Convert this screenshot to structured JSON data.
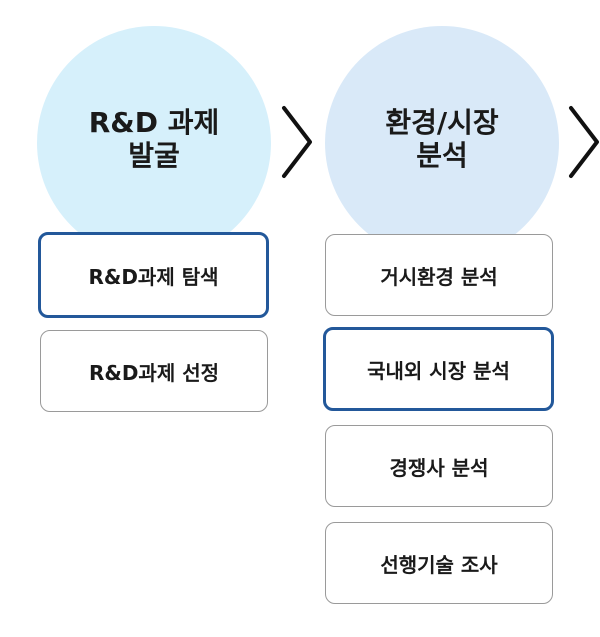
{
  "stages": [
    {
      "title_line1": "R&D 과제",
      "title_line2": "발굴",
      "steps": [
        "R&D과제 탐색",
        "R&D과제 선정"
      ],
      "active_step": 0
    },
    {
      "title_line1": "환경/시장",
      "title_line2": "분석",
      "steps": [
        "거시환경 분석",
        "국내외 시장 분석",
        "경쟁사 분석",
        "선행기술 조사"
      ],
      "active_step": 1
    }
  ],
  "icons": {
    "connector": "chevron-right-icon"
  },
  "colors": {
    "stage1_circle": "#d6f0fb",
    "stage2_circle": "#d9e9f8",
    "active_border": "#23589a",
    "box_border": "#9a9a9a",
    "chevron": "#111111"
  }
}
